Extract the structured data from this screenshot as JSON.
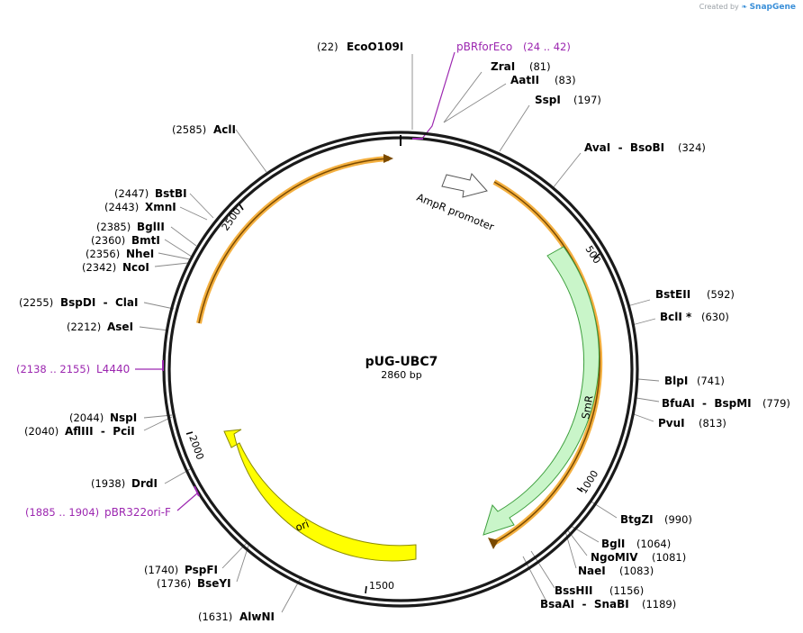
{
  "branding": {
    "prefix": "Created by",
    "name": "SnapGene"
  },
  "plasmid": {
    "name": "pUG-UBC7",
    "length_label": "2860 bp",
    "length": 2860
  },
  "colors": {
    "backbone": "#1a1a1a",
    "orange_feature": "#f4b040",
    "orange_dark": "#7a4a00",
    "smr": "#c9f5c9",
    "smr_stroke": "#3d9f3d",
    "ori": "#ffff00",
    "ori_stroke": "#8a8a00",
    "primer": "#9c27b0",
    "leader": "#888888"
  },
  "ticks": [
    "500",
    "1000",
    "1500",
    "2000",
    "2500"
  ],
  "features": {
    "ampr_promoter": "AmpR promoter",
    "smr": "SmR",
    "ori": "ori"
  },
  "enzymes": [
    {
      "name": "EcoO109I",
      "pos": "(22)"
    },
    {
      "name": "ZraI",
      "pos": "(81)"
    },
    {
      "name": "AatII",
      "pos": "(83)"
    },
    {
      "name": "SspI",
      "pos": "(197)"
    },
    {
      "name": "AvaI  -  BsoBI",
      "pos": "(324)"
    },
    {
      "name": "BstEII",
      "pos": "(592)"
    },
    {
      "name": "BclI *",
      "pos": "(630)"
    },
    {
      "name": "BlpI",
      "pos": "(741)"
    },
    {
      "name": "BfuAI  -  BspMI",
      "pos": "(779)"
    },
    {
      "name": "PvuI",
      "pos": "(813)"
    },
    {
      "name": "BtgZI",
      "pos": "(990)"
    },
    {
      "name": "BglI",
      "pos": "(1064)"
    },
    {
      "name": "NgoMIV",
      "pos": "(1081)"
    },
    {
      "name": "NaeI",
      "pos": "(1083)"
    },
    {
      "name": "BssHII",
      "pos": "(1156)"
    },
    {
      "name": "BsaAI  -  SnaBI",
      "pos": "(1189)"
    },
    {
      "name": "AlwNI",
      "pos": "(1631)"
    },
    {
      "name": "BseYI",
      "pos": "(1736)"
    },
    {
      "name": "PspFI",
      "pos": "(1740)"
    },
    {
      "name": "DrdI",
      "pos": "(1938)"
    },
    {
      "name": "AflIII  -  PciI",
      "pos": "(2040)"
    },
    {
      "name": "NspI",
      "pos": "(2044)"
    },
    {
      "name": "AseI",
      "pos": "(2212)"
    },
    {
      "name": "BspDI  -  ClaI",
      "pos": "(2255)"
    },
    {
      "name": "NcoI",
      "pos": "(2342)"
    },
    {
      "name": "NheI",
      "pos": "(2356)"
    },
    {
      "name": "BmtI",
      "pos": "(2360)"
    },
    {
      "name": "BglII",
      "pos": "(2385)"
    },
    {
      "name": "XmnI",
      "pos": "(2443)"
    },
    {
      "name": "BstBI",
      "pos": "(2447)"
    },
    {
      "name": "AclI",
      "pos": "(2585)"
    }
  ],
  "primers": [
    {
      "name": "pBRforEco",
      "range": "(24 .. 42)"
    },
    {
      "name": "L4440",
      "range": "(2138 .. 2155)"
    },
    {
      "name": "pBR322ori-F",
      "range": "(1885 .. 1904)"
    }
  ]
}
